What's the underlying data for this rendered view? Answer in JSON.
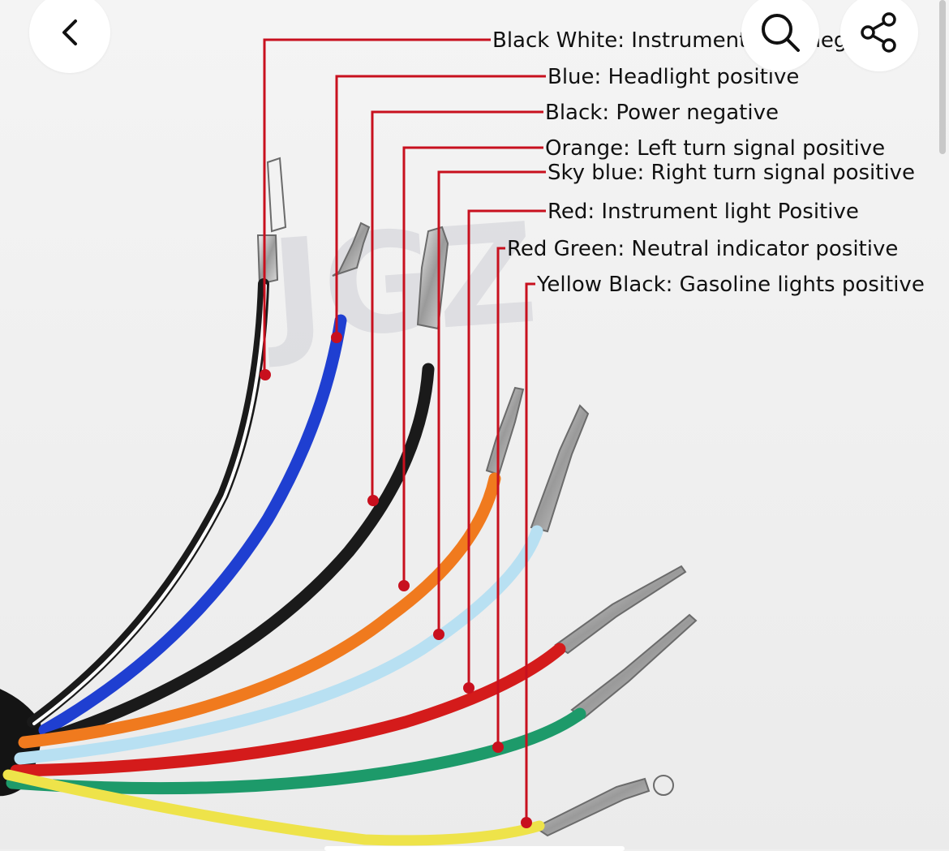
{
  "nav": {
    "back_icon": "chevron-left-icon",
    "search_icon": "search-icon",
    "share_icon": "share-icon"
  },
  "photo": {
    "watermark": "JGZ",
    "labels": [
      {
        "key": "black_white",
        "text": "Black White: Instrument light negative"
      },
      {
        "key": "blue",
        "text": "Blue: Headlight positive"
      },
      {
        "key": "black",
        "text": "Black: Power negative"
      },
      {
        "key": "orange",
        "text": "Orange: Left turn signal positive"
      },
      {
        "key": "sky_blue",
        "text": "Sky blue: Right turn signal positive"
      },
      {
        "key": "red",
        "text": "Red: Instrument light Positive"
      },
      {
        "key": "red_green",
        "text": "Red Green: Neutral indicator positive"
      },
      {
        "key": "yellow_black",
        "text": "Yellow Black: Gasoline lights positive"
      }
    ]
  },
  "colors": {
    "leader": "#c8101e",
    "black": "#1a1a1a",
    "blue": "#1f3fd1",
    "orange": "#f07a1e",
    "sky_blue": "#b8e0f2",
    "red": "#d41b1b",
    "green": "#1d9a6a",
    "yellow": "#eee34a"
  }
}
